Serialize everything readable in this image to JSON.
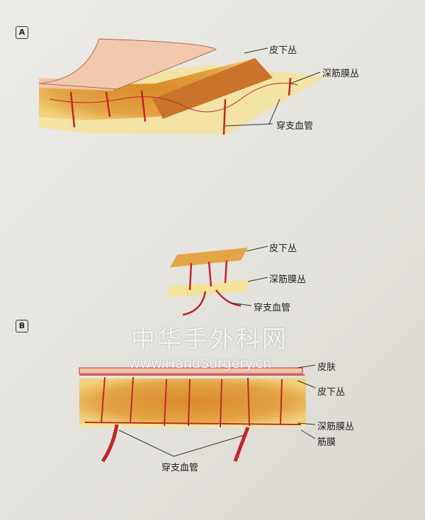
{
  "panels": {
    "a": "A",
    "b": "B"
  },
  "figure_a": {
    "subdermal_plexus": "皮下丛",
    "deep_fascial_plexus": "深筋膜丛",
    "perforator": "穿支血管"
  },
  "figure_middle": {
    "subdermal_plexus": "皮下丛",
    "deep_fascial_plexus": "深筋膜丛",
    "perforator": "穿支血管"
  },
  "figure_b": {
    "skin": "皮肤",
    "subdermal_plexus": "皮下丛",
    "deep_fascial_plexus": "深筋膜丛",
    "fascia": "筋膜",
    "perforator": "穿支血管"
  },
  "watermark": {
    "name": "中华手外科网",
    "url": "www.HandSurgery.cn"
  },
  "colors": {
    "fat": "#e0a640",
    "vessel": "#c0262a",
    "fascia": "#f3e79a",
    "skin": "#f1c6a8"
  }
}
